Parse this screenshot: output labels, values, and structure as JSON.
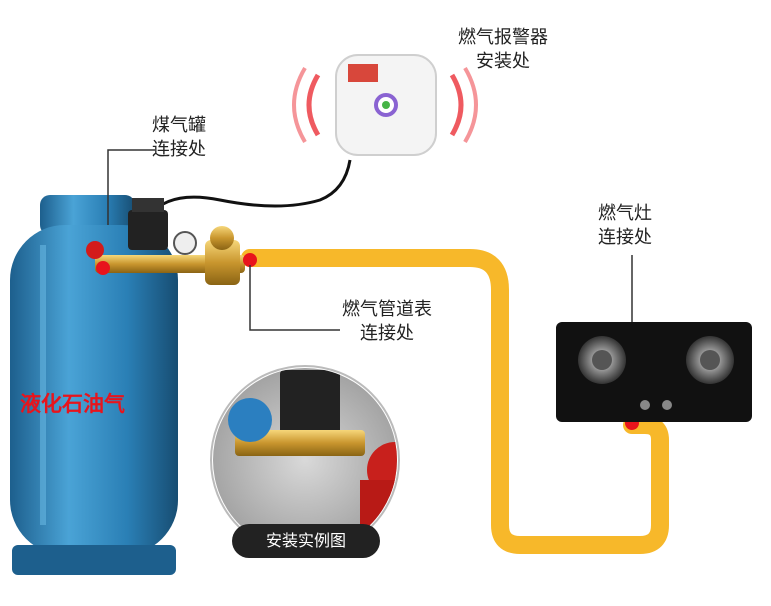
{
  "labels": {
    "tank_connection": [
      "煤气罐",
      "连接处"
    ],
    "alarm_install": [
      "燃气报警器",
      "安装处"
    ],
    "stove_connection": [
      "燃气灶",
      "连接处"
    ],
    "meter_connection": [
      "燃气管道表",
      "连接处"
    ],
    "lpg": "液化石油气",
    "example_badge": "安装实例图"
  },
  "colors": {
    "tank_blue": "#2a7fb5",
    "pipe_yellow": "#f7b82a",
    "marker_red": "#e8141c",
    "stove_black": "#111111"
  }
}
